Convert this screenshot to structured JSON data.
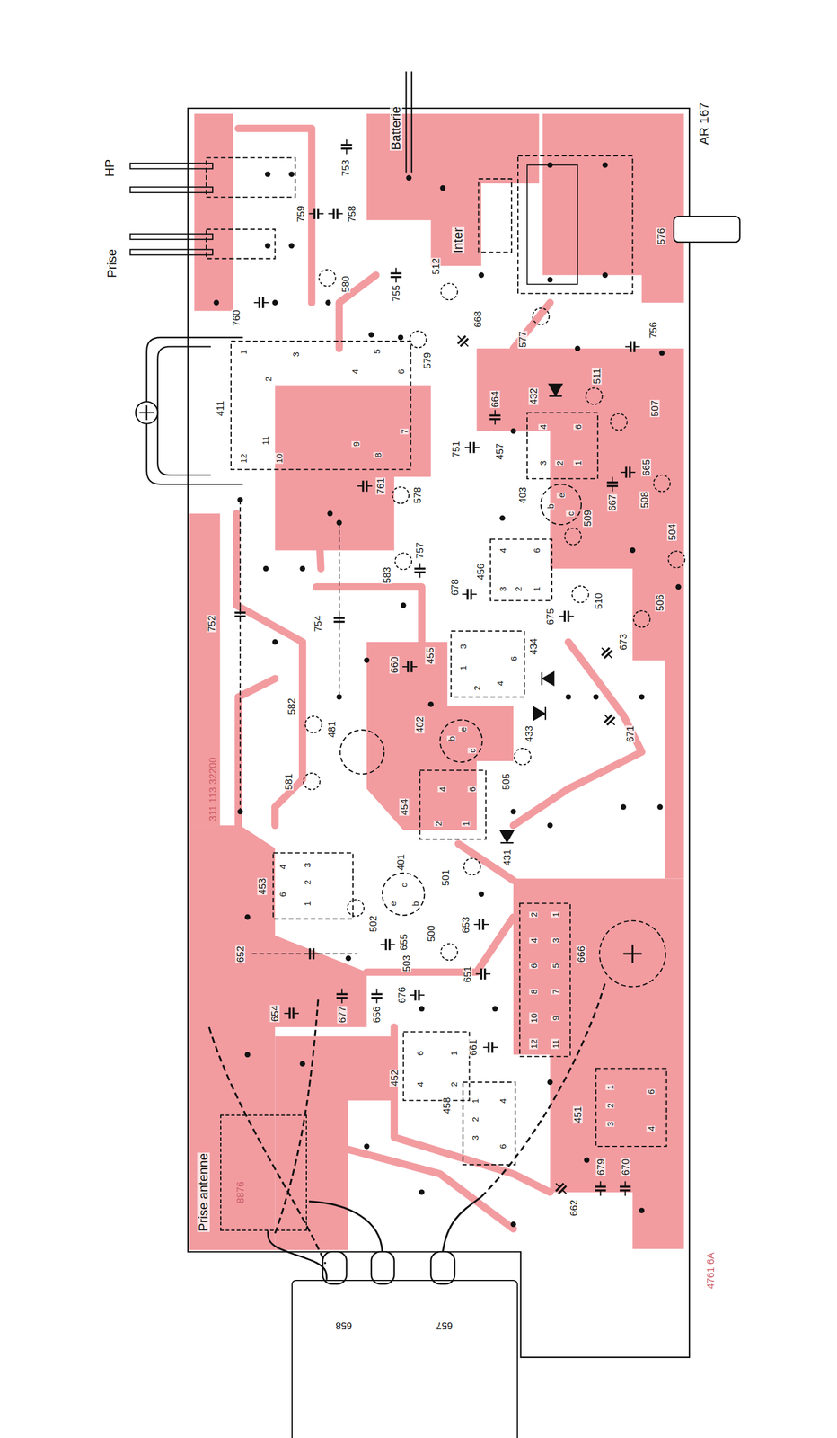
{
  "diagram": {
    "nodes": [
      {
        "text": [
          "658",
          "657"
        ]
      },
      {
        "text": [
          "Prise antenne",
          "8876"
        ]
      }
    ],
    "edges": [
      {
        "from": 0,
        "to": 1,
        "arrow": "none"
      }
    ],
    "labels": [
      "HP",
      "Prise",
      "Batterie",
      "Inter",
      "AR 167",
      "753",
      "759",
      "758",
      "580",
      "576",
      "760",
      "755",
      "512",
      "668",
      "579",
      "577",
      "756",
      "1",
      "2",
      "3",
      "4",
      "5",
      "6",
      "411",
      "7",
      "9",
      "8",
      "11",
      "10",
      "12",
      "761",
      "578",
      "751",
      "664",
      "457",
      "432",
      "511",
      "507",
      "665",
      "508",
      "667",
      "403",
      "509",
      "504",
      "757",
      "583",
      "456",
      "678",
      "510",
      "506",
      "675",
      "752",
      "754",
      "660",
      "455",
      "434",
      "673",
      "582",
      "481",
      "402",
      "433",
      "671",
      "581",
      "505",
      "454",
      "311 113 32200",
      "431",
      "401",
      "501",
      "453",
      "652",
      "502",
      "655",
      "500",
      "653",
      "503",
      "666",
      "651",
      "654",
      "677",
      "656",
      "676",
      "661",
      "452",
      "458",
      "451",
      "679",
      "670",
      "662",
      "4761 6A",
      "c",
      "e",
      "b",
      "b",
      "e",
      "c",
      "b",
      "e",
      "c",
      "4",
      "6",
      "3",
      "2",
      "1",
      "4",
      "6",
      "2",
      "1",
      "3",
      "1",
      "2",
      "4",
      "6",
      "4",
      "6",
      "3",
      "2",
      "1",
      "4",
      "6",
      "3",
      "2",
      "1",
      "6",
      "4",
      "1",
      "2",
      "1",
      "2",
      "3",
      "6",
      "4",
      "1",
      "2",
      "3",
      "4",
      "6",
      "2",
      "1",
      "4",
      "3",
      "6",
      "5",
      "8",
      "7",
      "10",
      "9",
      "12",
      "11"
    ]
  }
}
